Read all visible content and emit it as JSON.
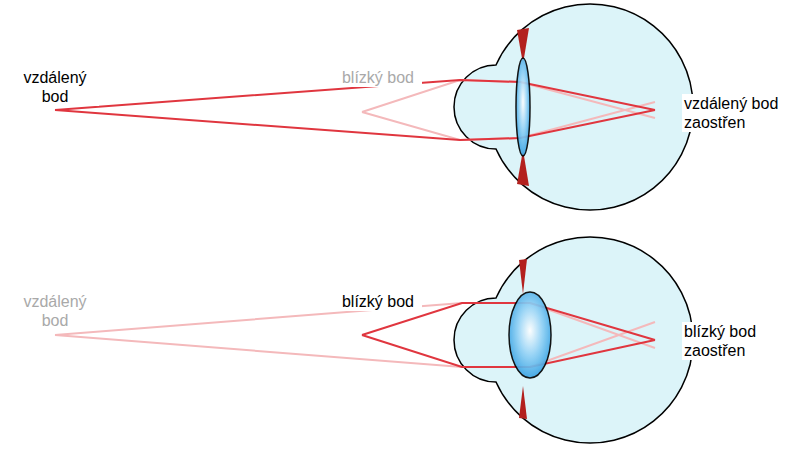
{
  "diagram": {
    "labels": [
      "vzdálený bod",
      "blízký bod",
      "vzdálený bod zaostřen",
      "vzdálený bod",
      "blízký bod",
      "blízký bod zaostřen"
    ]
  }
}
